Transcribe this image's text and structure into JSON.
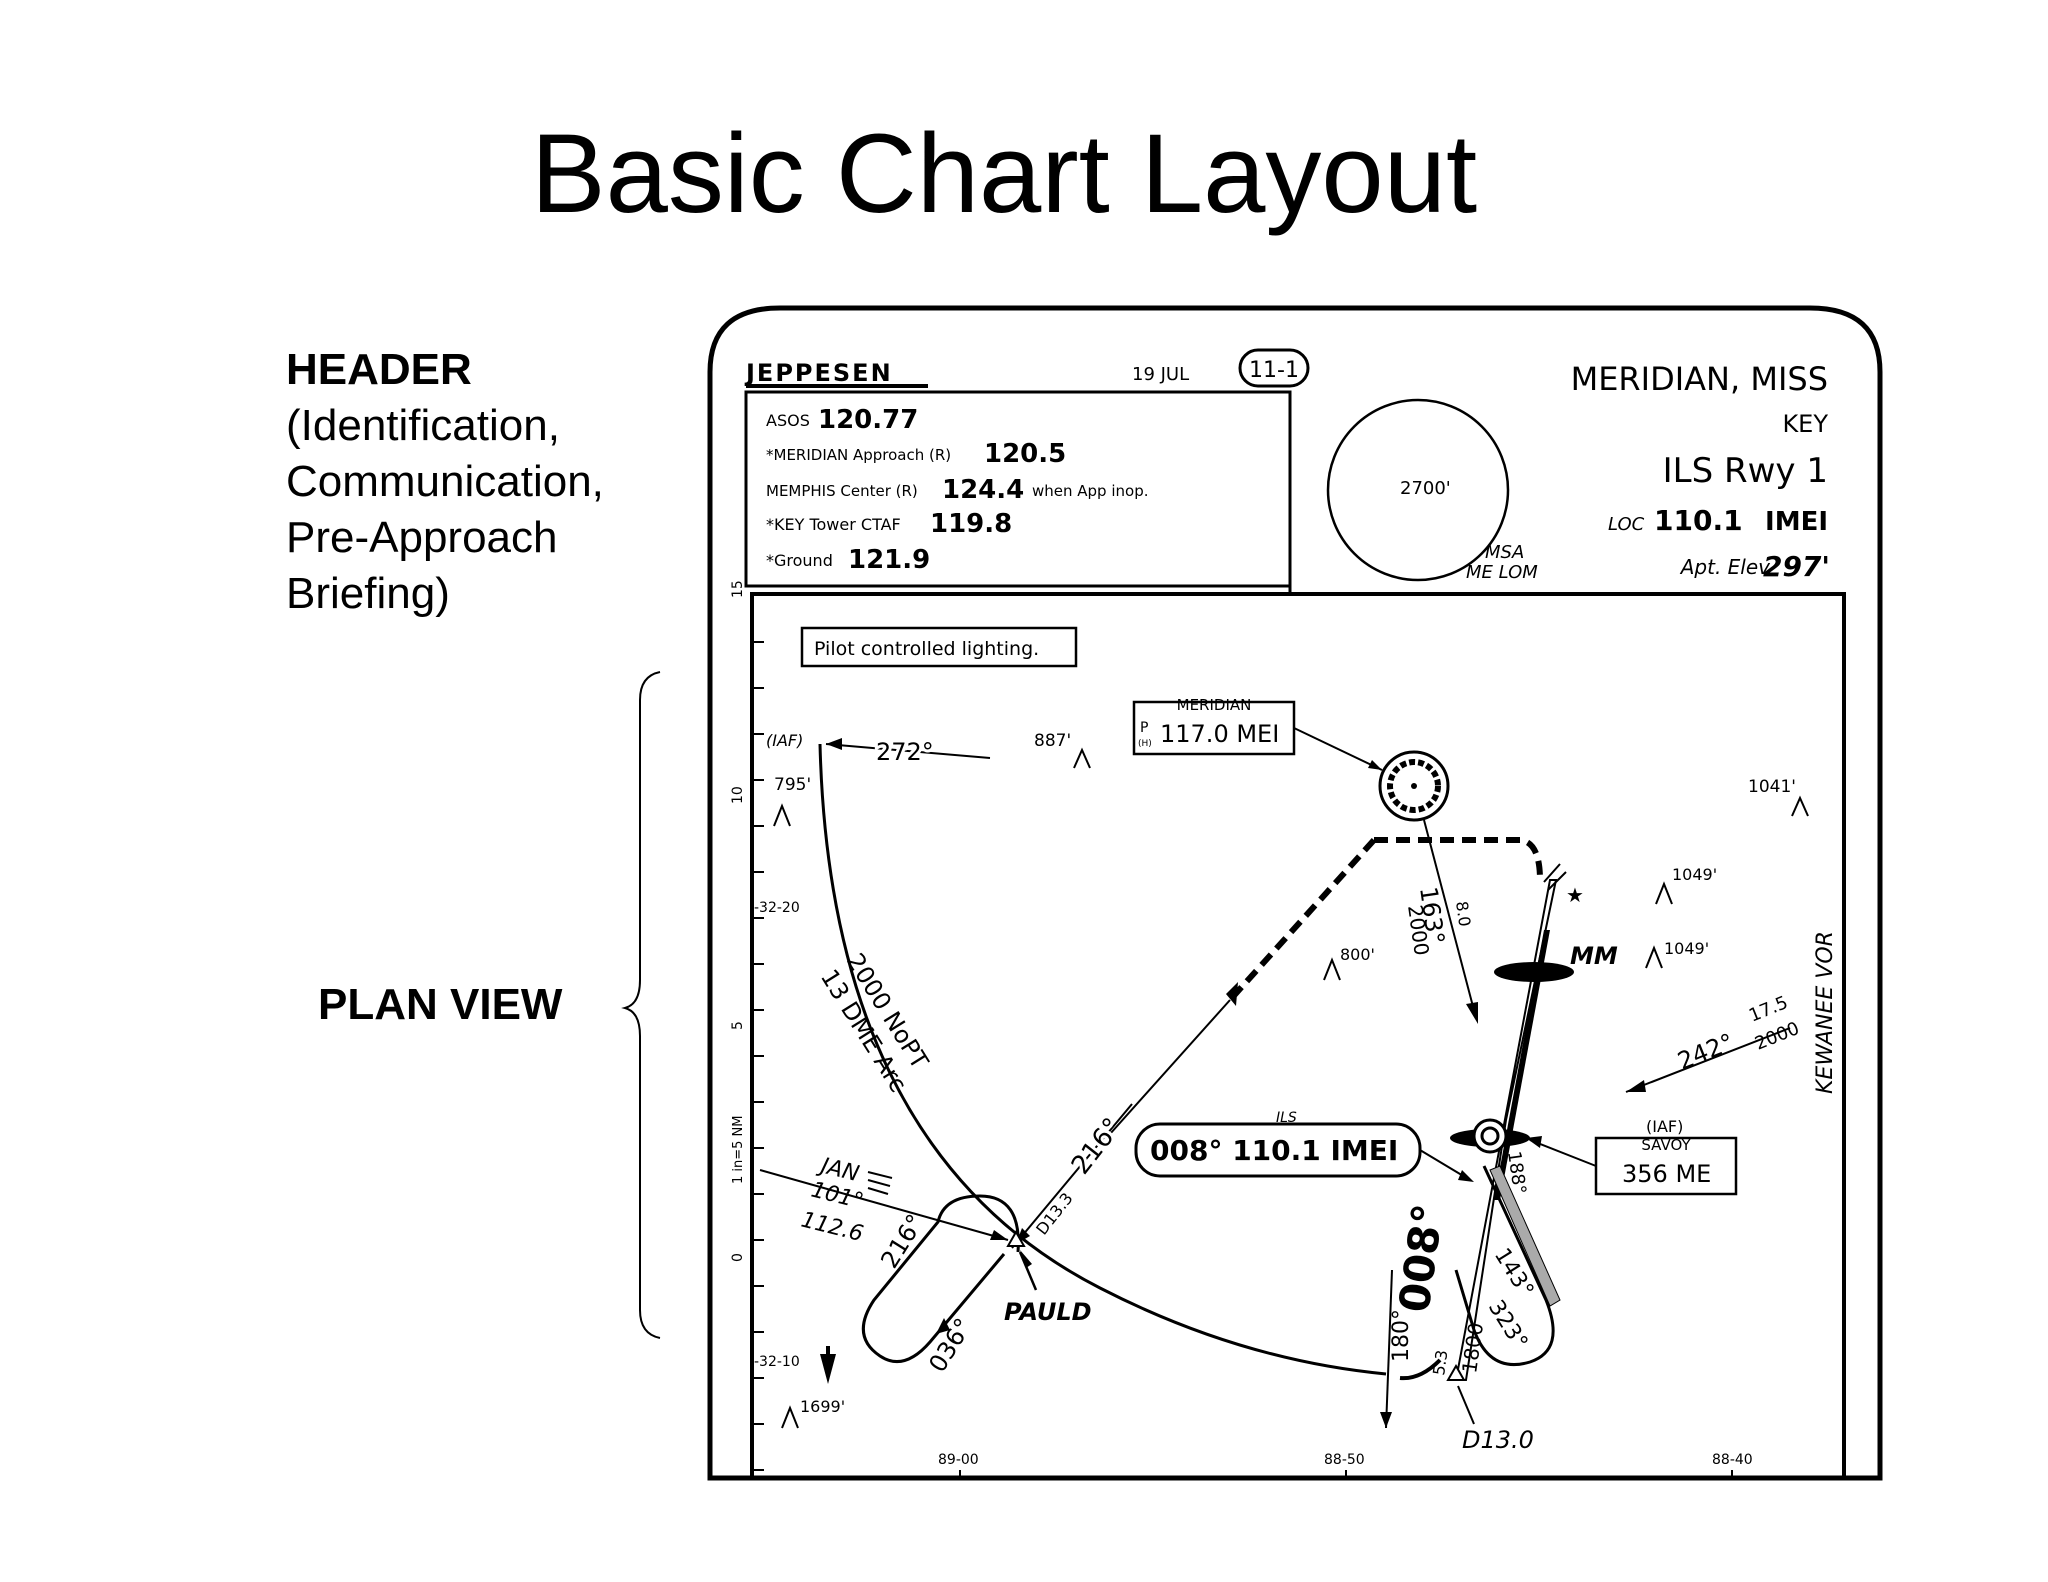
{
  "slide": {
    "title": "Basic Chart Layout",
    "header_label": {
      "heading": "HEADER",
      "lines": [
        "(Identification,",
        "Communication,",
        "Pre-Approach",
        "Briefing)"
      ]
    },
    "plan_view_label": "PLAN VIEW"
  },
  "chart": {
    "publisher": "JEPPESEN",
    "date": "19 JUL",
    "chart_number": "11-1",
    "location": "MERIDIAN, MISS",
    "airport": "KEY",
    "procedure": "ILS Rwy 1",
    "loc_label": "LOC",
    "loc_freq": "110.1",
    "loc_ident": "IMEI",
    "elev_label": "Apt. Elev",
    "elev_value": "297'",
    "msa_altitude": "2700'",
    "msa_label": "MSA",
    "msa_fix": "ME LOM",
    "comms": [
      {
        "label": "ASOS",
        "freq": "120.77",
        "suffix": ""
      },
      {
        "label": "*MERIDIAN Approach (R)",
        "freq": "120.5",
        "suffix": ""
      },
      {
        "label": "MEMPHIS Center (R)",
        "freq": "124.4",
        "suffix": "when App inop."
      },
      {
        "label": "*KEY Tower CTAF",
        "freq": "119.8",
        "suffix": ""
      },
      {
        "label": "*Ground",
        "freq": "121.9",
        "suffix": ""
      }
    ],
    "plan": {
      "pilot_lighting": "Pilot controlled lighting.",
      "meridian_vor_name": "MERIDIAN",
      "meridian_vor_freq": "117.0 MEI",
      "meridian_vor_prefix": "P",
      "meridian_vor_sub": "(H)",
      "iaf": "(IAF)",
      "course_272": "272°",
      "obstacle_887": "887'",
      "obstacle_795": "795'",
      "obstacle_1041": "1041'",
      "obstacle_1049a": "1049'",
      "obstacle_1049b": "1049'",
      "obstacle_800": "800'",
      "obstacle_1699": "1699'",
      "lat_3220": "-32-20",
      "lat_3210": "-32-10",
      "arc_line1": "2000 NoPT",
      "arc_line2": "13 DME Arc",
      "course_163": "163°",
      "alt_2000a": "2000",
      "dist_80": "8.0",
      "mm": "MM",
      "kewanee": "KEWANEE VOR",
      "course_242": "242°",
      "dist_175": "17.5",
      "alt_2000b": "2000",
      "ils_label": "ILS",
      "ils_box": "008°  110.1 IMEI",
      "savoy_iaf": "(IAF)",
      "savoy_name": "SAVOY",
      "savoy_freq": "356 ME",
      "course_188": "188°",
      "jan": "JAN",
      "course_101": "101°",
      "freq_1126": "112.6",
      "course_216a": "216°",
      "course_216b": "216°",
      "d133": "D13.3",
      "pauld": "PAULD",
      "course_036": "036°",
      "course_008": "008°",
      "course_180": "180°",
      "dist_53": "5.3",
      "alt_1800": "1800",
      "course_143": "143°",
      "course_323": "323°",
      "d130": "D13.0",
      "lon_8900": "89-00",
      "lon_8850": "88-50",
      "lon_8840": "88-40",
      "scale_15": "15",
      "scale_10": "10",
      "scale_5": "5",
      "scale_0": "0",
      "scale_note": "1 in=5 NM"
    }
  }
}
